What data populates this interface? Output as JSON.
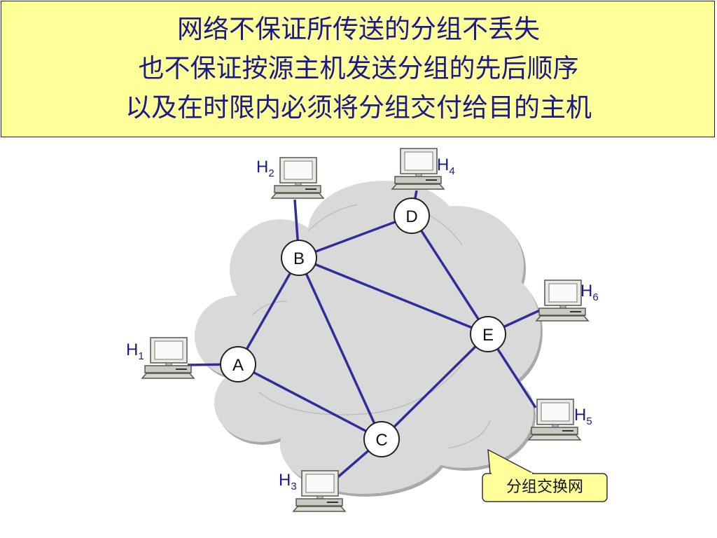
{
  "title": {
    "lines": [
      "网络不保证所传送的分组不丢失",
      "也不保证按源主机发送分组的先后顺序",
      "以及在时限内必须将分组交付给目的主机"
    ]
  },
  "diagram": {
    "nodes": {
      "A": "A",
      "B": "B",
      "C": "C",
      "D": "D",
      "E": "E"
    },
    "hosts": {
      "H1": {
        "letter": "H",
        "sub": "1"
      },
      "H2": {
        "letter": "H",
        "sub": "2"
      },
      "H3": {
        "letter": "H",
        "sub": "3"
      },
      "H4": {
        "letter": "H",
        "sub": "4"
      },
      "H5": {
        "letter": "H",
        "sub": "5"
      },
      "H6": {
        "letter": "H",
        "sub": "6"
      }
    },
    "callout_label": "分组交换网",
    "colors": {
      "title_background": "#ffff99",
      "title_text": "#1a1a8a",
      "link": "#2e2e9a",
      "cloud": "#d9d9d9",
      "callout_background": "#ffff99"
    }
  }
}
